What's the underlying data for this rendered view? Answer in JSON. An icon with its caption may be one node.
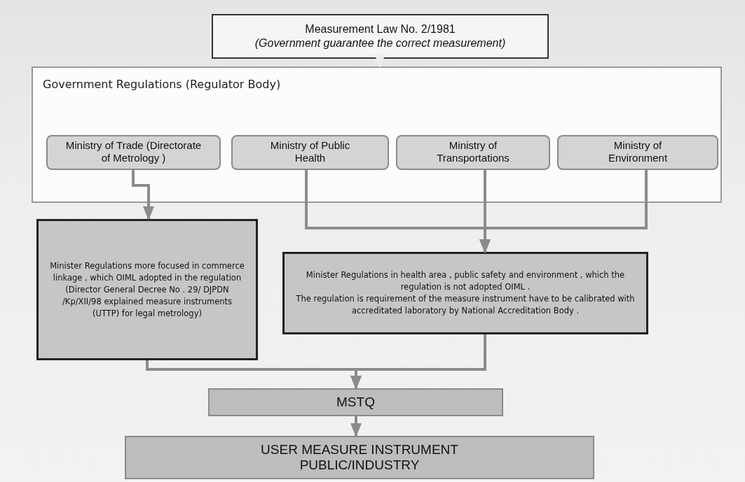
{
  "diagram": {
    "nodes": [
      {
        "text": [
          "Measurement Law No. 2/1981",
          "(Government guarantee the correct measurement)"
        ]
      },
      {
        "text": [
          "Government Regulations (Regulator Body)"
        ]
      },
      {
        "text": [
          "Ministry of Trade (Directorate of Metrology )"
        ],
        "in": 1
      },
      {
        "text": [
          "Ministry of Public Health"
        ],
        "in": 1
      },
      {
        "text": [
          "Ministry of Transportations"
        ],
        "in": 1
      },
      {
        "text": [
          "Ministry of Environment"
        ],
        "in": 1
      },
      {
        "text": [
          "Minister Regulations more focused in commerce linkage , which OIML adopted in the regulation",
          "(Director General Decree No . 29/ DJPDN /Kp/XII/98 explained measure instruments (UTTP) for legal metrology)"
        ]
      },
      {
        "text": [
          "Minister Regulations in health area , public safety and environment , which the regulation is not adopted OIML .",
          "The regulation is requirement of the measure instrument have to be calibrated with accreditated laboratory by National Accreditation Body ."
        ]
      },
      {
        "text": [
          "MSTQ"
        ]
      },
      {
        "text": [
          "USER MEASURE INSTRUMENT PUBLIC/INDUSTRY"
        ]
      }
    ],
    "edges": [
      {
        "from": 0,
        "to": 1,
        "arrow": "to",
        "color": "#eeeeee"
      },
      {
        "from": 2,
        "to": 6,
        "arrow": "to"
      },
      {
        "from": 3,
        "to": 7,
        "arrow": "to"
      },
      {
        "from": 4,
        "to": 7,
        "arrow": "to"
      },
      {
        "from": 5,
        "to": 7,
        "arrow": "to"
      },
      {
        "from": 6,
        "to": 8,
        "arrow": "to"
      },
      {
        "from": 7,
        "to": 8,
        "arrow": "to"
      },
      {
        "from": 8,
        "to": 9,
        "arrow": "to"
      }
    ]
  }
}
